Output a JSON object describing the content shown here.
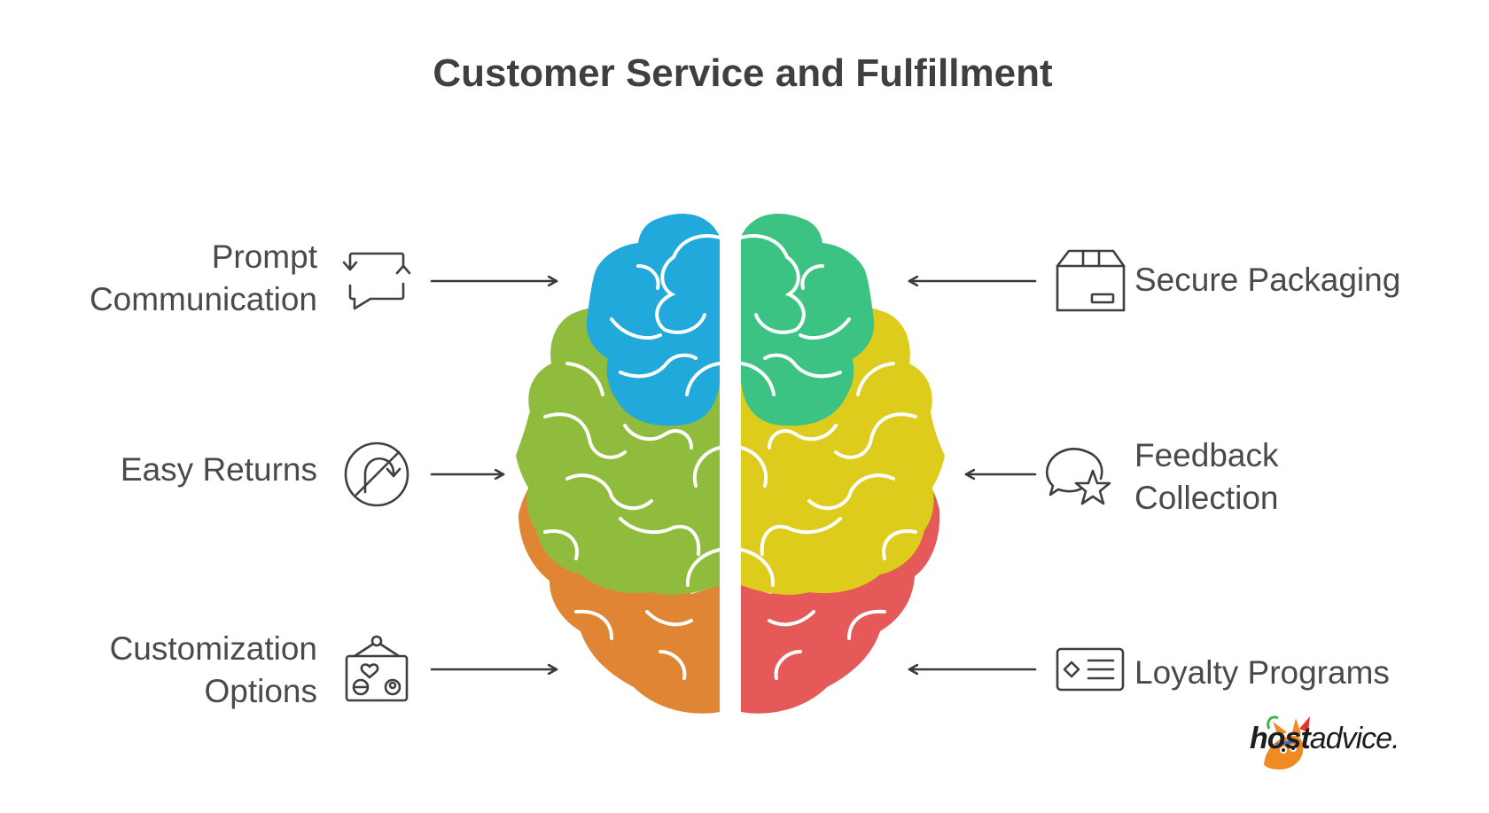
{
  "title": "Customer Service and Fulfillment",
  "left_items": [
    {
      "lines": [
        "Prompt",
        "Communication"
      ],
      "icon": "chat-sync-icon"
    },
    {
      "lines": [
        "Easy Returns"
      ],
      "icon": "return-arrow-icon"
    },
    {
      "lines": [
        "Customization",
        "Options"
      ],
      "icon": "custom-board-icon"
    }
  ],
  "right_items": [
    {
      "lines": [
        "Secure Packaging"
      ],
      "icon": "package-box-icon"
    },
    {
      "lines": [
        "Feedback",
        "Collection"
      ],
      "icon": "chat-star-icon"
    },
    {
      "lines": [
        "Loyalty Programs"
      ],
      "icon": "loyalty-card-icon"
    }
  ],
  "brain_colors": {
    "left_top": "#21a9dc",
    "left_middle": "#8fbc3c",
    "left_bottom": "#e08533",
    "right_top": "#3cc283",
    "right_middle": "#ddcc1c",
    "right_bottom": "#e55a58"
  },
  "brand": {
    "bold": "host",
    "thin": "advice."
  }
}
